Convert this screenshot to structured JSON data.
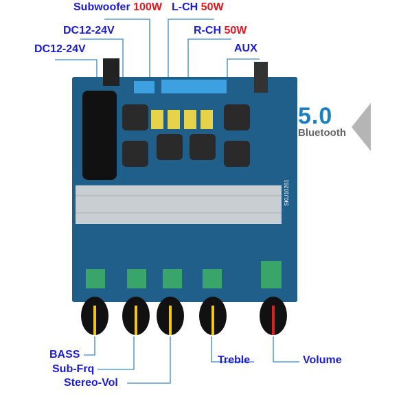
{
  "labels": {
    "subwoofer": "Subwoofer",
    "subwoofer_power": "100W",
    "lch": "L-CH",
    "lch_power": "50W",
    "dc2": "DC12-24V",
    "rch": "R-CH",
    "rch_power": "50W",
    "dc1": "DC12-24V",
    "aux": "AUX",
    "bass": "BASS",
    "subfrq": "Sub-Frq",
    "stereovol": "Stereo-Vol",
    "treble": "Treble",
    "volume": "Volume"
  },
  "bluetooth": {
    "version": "5.0",
    "name": "Bluetooth"
  },
  "board": {
    "sku": "SKU10261"
  },
  "colors": {
    "label": "#1a1adb",
    "power": "#e8141c",
    "pcb": "#1f5f8a",
    "bt": "#1b7fc4"
  }
}
